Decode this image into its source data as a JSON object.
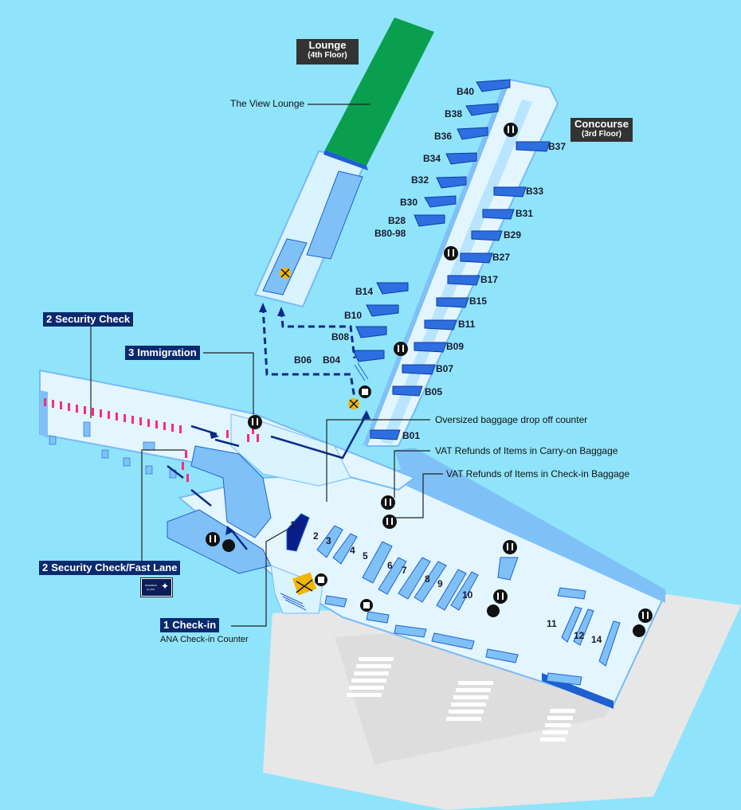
{
  "lounge": {
    "title": "Lounge",
    "floor": "(4th Floor)",
    "name": "The View Lounge"
  },
  "concourse": {
    "title": "Concourse",
    "floor": "(3rd Floor)"
  },
  "steps": {
    "security": {
      "num": "2",
      "label": "Security Check"
    },
    "immigration": {
      "num": "3",
      "label": "Immigration"
    },
    "fastlane": {
      "num": "2",
      "label": "Security Check/Fast Lane"
    },
    "checkin": {
      "num": "1",
      "label": "Check-in"
    },
    "checkin_sub": "ANA Check-in Counter"
  },
  "callouts": {
    "oversized": "Oversized baggage drop off counter",
    "vat_carry": "VAT Refunds of Items in Carry-on Baggage",
    "vat_checkin": "VAT Refunds of Items in Check-in Baggage"
  },
  "badge": {
    "line1": "BUSINESS",
    "line2": "CLASS"
  },
  "gates_left": [
    "B40",
    "B38",
    "B36",
    "B34",
    "B32",
    "B30",
    "B28",
    "B80-98",
    "B14",
    "B10",
    "B08",
    "B06",
    "B04"
  ],
  "gates_right": [
    "B37",
    "B33",
    "B31",
    "B29",
    "B27",
    "B17",
    "B15",
    "B11",
    "B09",
    "B07",
    "B05",
    "B01"
  ],
  "counters": [
    "1",
    "2",
    "3",
    "4",
    "5",
    "6",
    "7",
    "8",
    "9",
    "10",
    "11",
    "12",
    "14"
  ],
  "colors": {
    "sea": "#8fe4fb",
    "floor": "#d9f3ff",
    "wall": "#78baf5",
    "deep": "#1e5fd1",
    "lounge": "#0a9f4e",
    "route": "#0a2a8a"
  }
}
